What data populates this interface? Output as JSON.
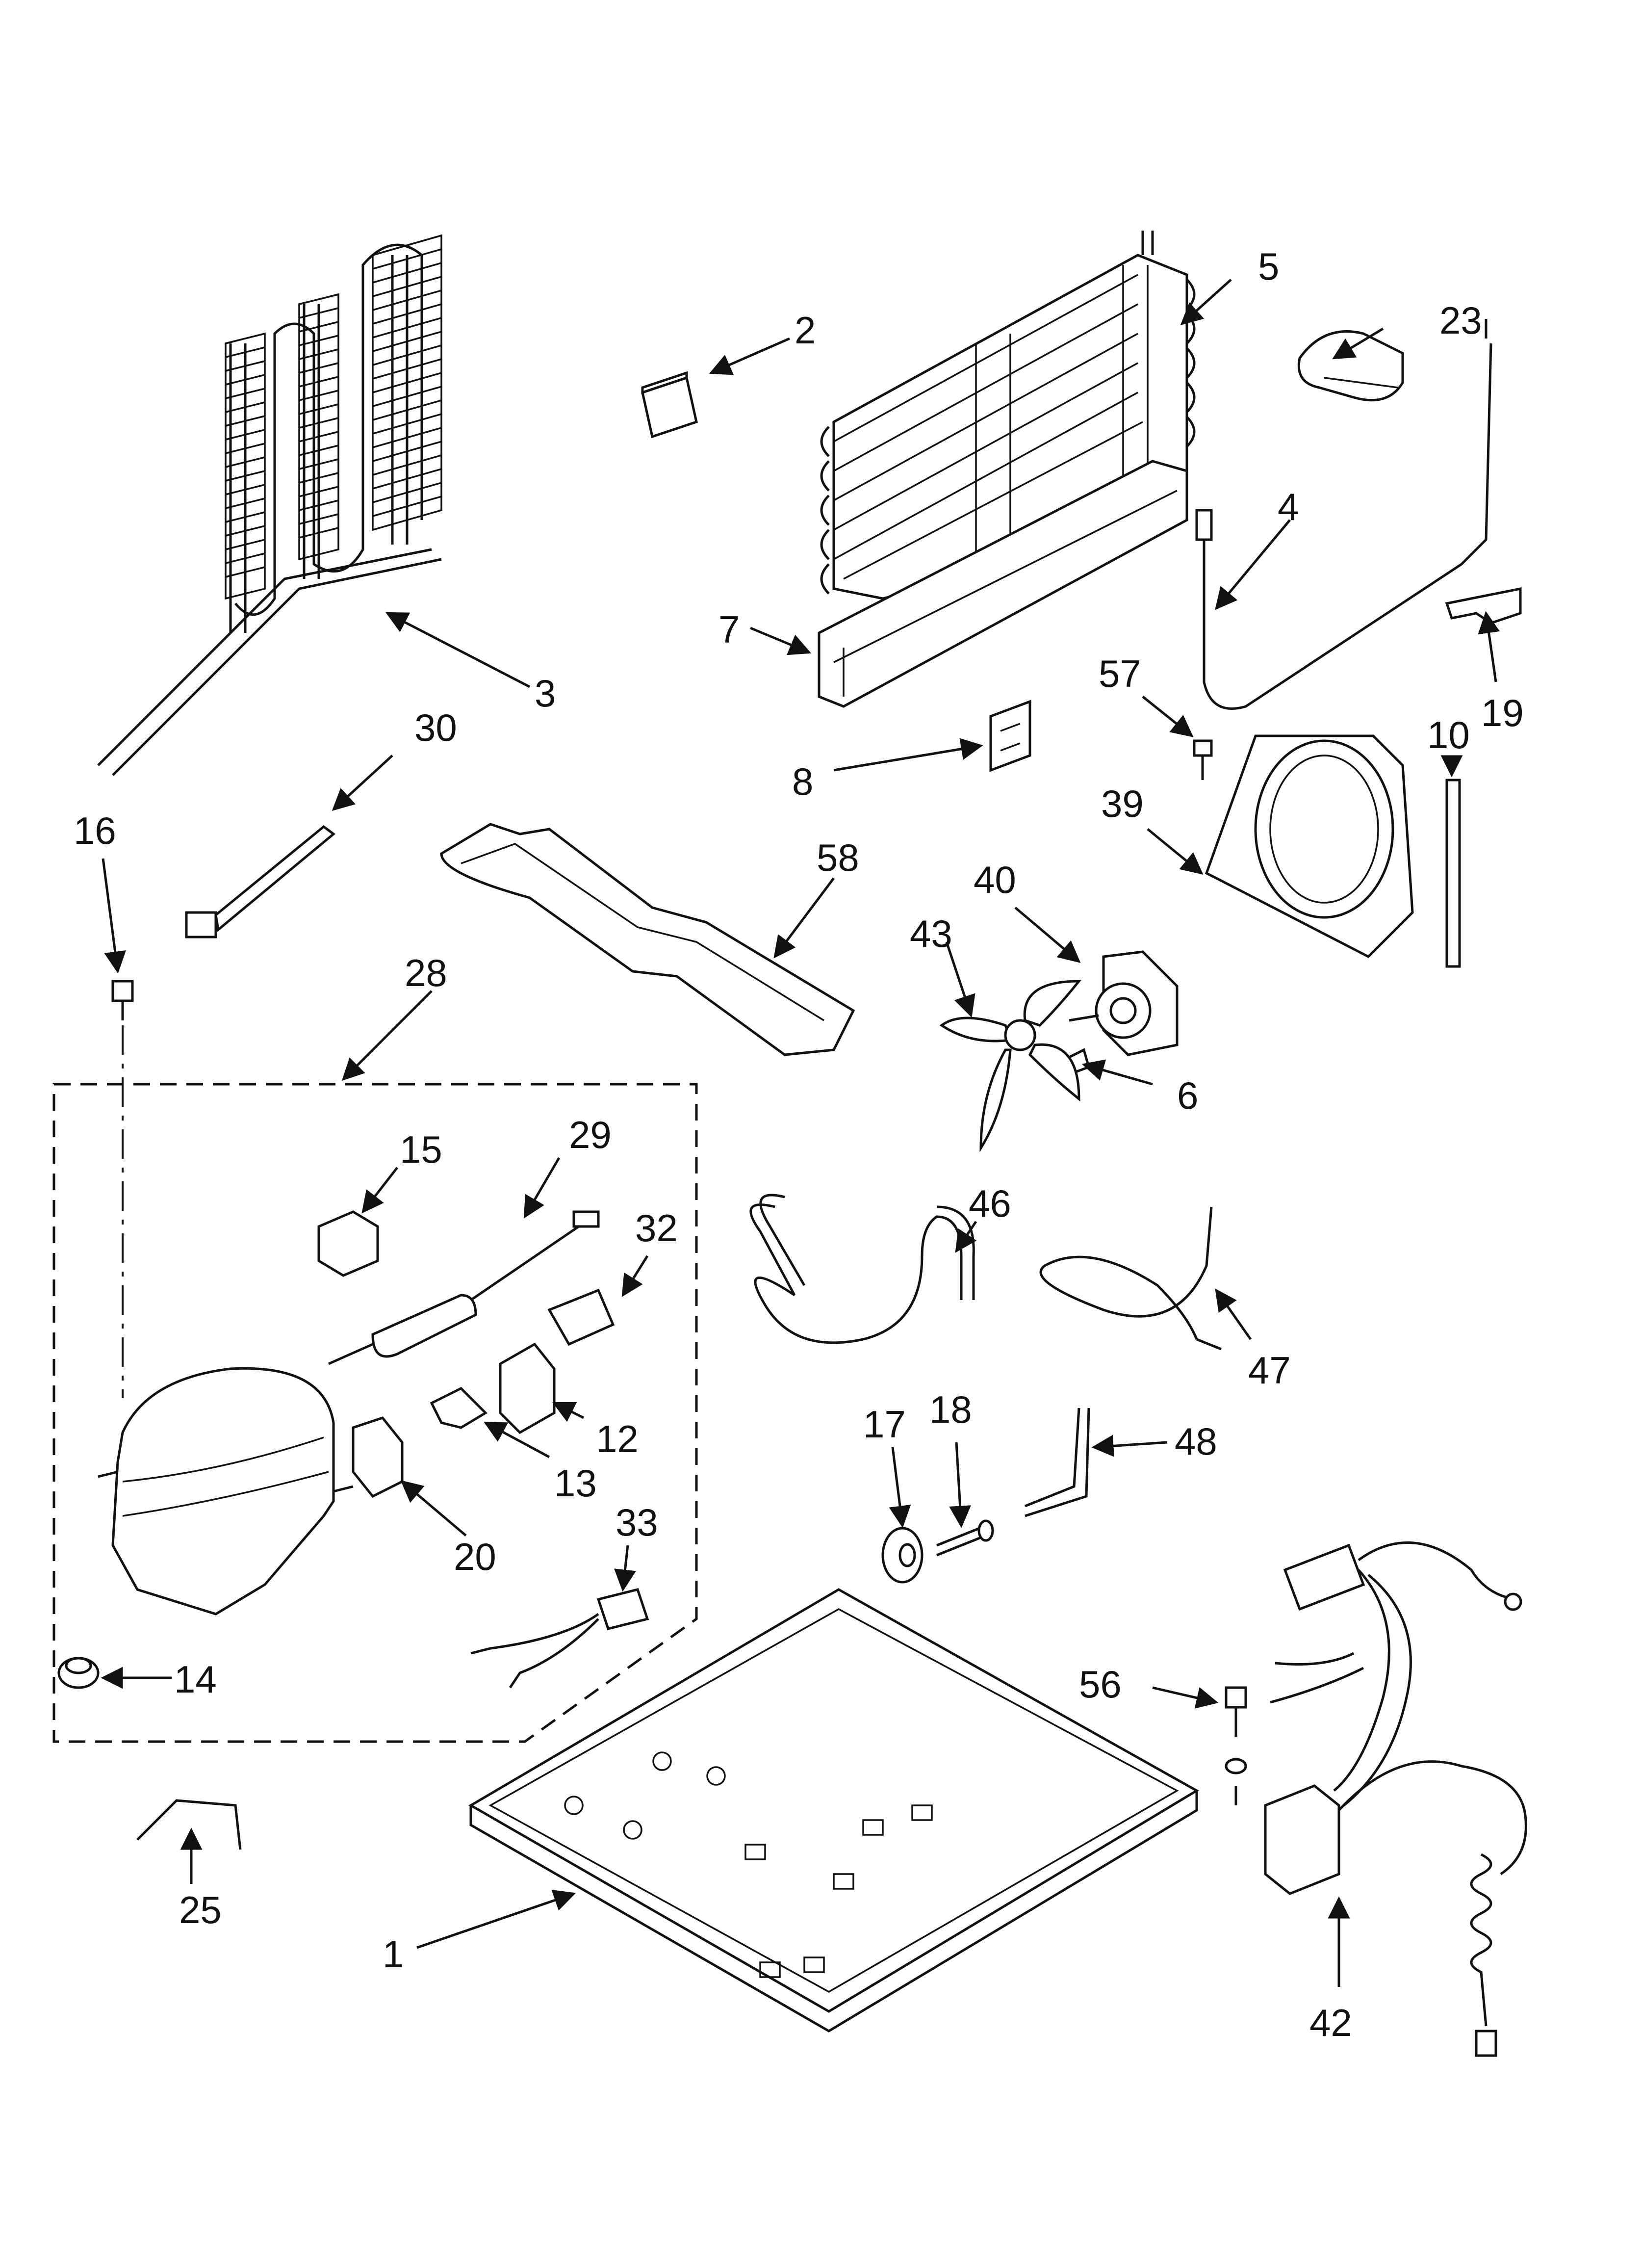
{
  "diagram": {
    "callouts": [
      {
        "num": "1"
      },
      {
        "num": "2"
      },
      {
        "num": "3"
      },
      {
        "num": "4"
      },
      {
        "num": "5"
      },
      {
        "num": "6"
      },
      {
        "num": "7"
      },
      {
        "num": "8"
      },
      {
        "num": "10"
      },
      {
        "num": "12"
      },
      {
        "num": "13"
      },
      {
        "num": "14"
      },
      {
        "num": "15"
      },
      {
        "num": "16"
      },
      {
        "num": "17"
      },
      {
        "num": "18"
      },
      {
        "num": "19"
      },
      {
        "num": "20"
      },
      {
        "num": "23"
      },
      {
        "num": "25"
      },
      {
        "num": "28"
      },
      {
        "num": "29"
      },
      {
        "num": "30"
      },
      {
        "num": "32"
      },
      {
        "num": "33"
      },
      {
        "num": "39"
      },
      {
        "num": "40"
      },
      {
        "num": "42"
      },
      {
        "num": "43"
      },
      {
        "num": "46"
      },
      {
        "num": "47"
      },
      {
        "num": "48"
      },
      {
        "num": "56"
      },
      {
        "num": "57"
      },
      {
        "num": "58"
      }
    ]
  }
}
